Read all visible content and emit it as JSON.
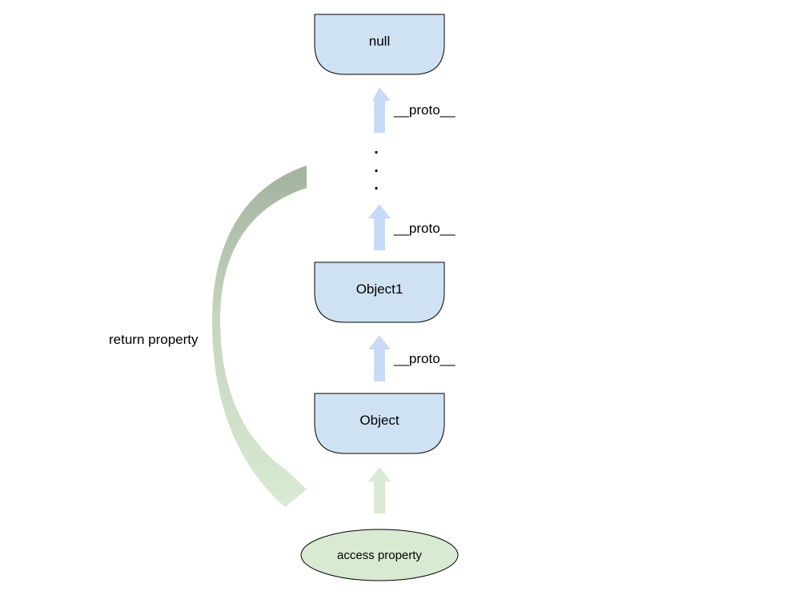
{
  "diagram": {
    "nodes": {
      "null": "null",
      "object1": "Object1",
      "object": "Object",
      "access": "access property"
    },
    "edges": {
      "proto_top": "__proto__",
      "proto_middle": "__proto__",
      "proto_bottom": "__proto__"
    },
    "ellipsis": [
      ".",
      ".",
      "."
    ],
    "return_label": "return property",
    "colors": {
      "box_fill": "#cfe2f3",
      "box_stroke": "#000000",
      "up_arrow": "#c9daf8",
      "access_arrow": "#d9ead3",
      "oval_fill": "#d9ead3",
      "curve_dark": "#a4b39f",
      "curve_light": "#d9ead3"
    }
  }
}
